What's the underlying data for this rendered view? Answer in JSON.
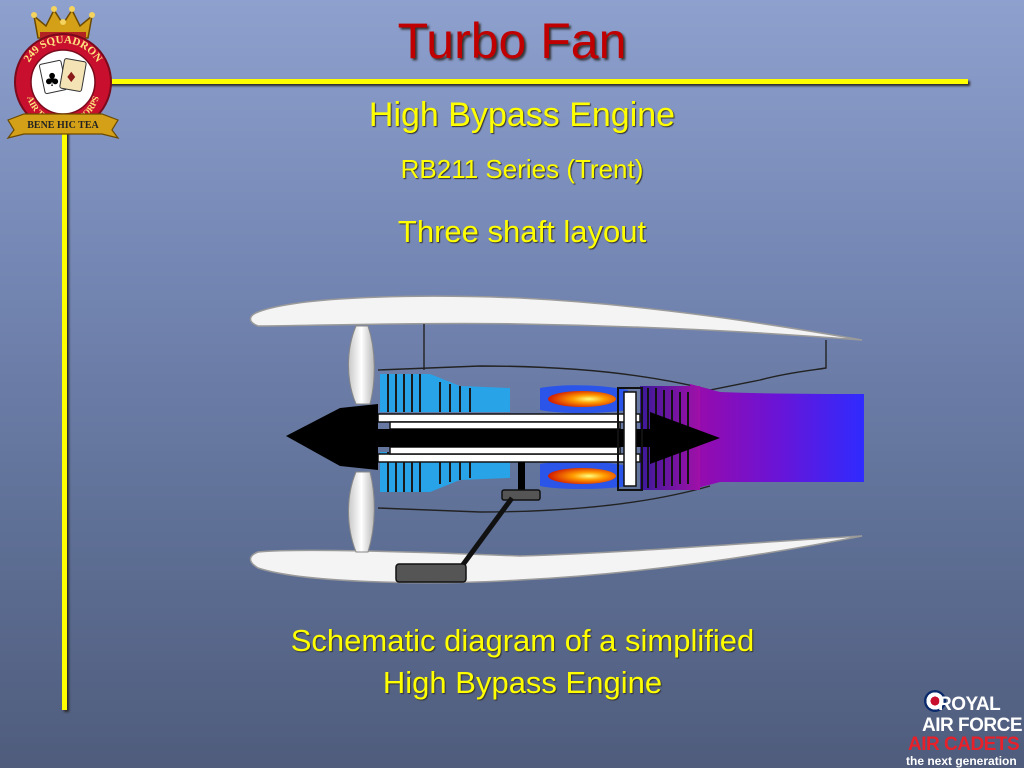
{
  "slide": {
    "title": "Turbo Fan",
    "subtitle": "High Bypass Engine",
    "series": "RB211 Series  (Trent)",
    "layout": "Three shaft layout",
    "caption_line1": "Schematic diagram of a simplified",
    "caption_line2": "High Bypass Engine"
  },
  "badge": {
    "ring_top": "249 SQUADRON",
    "ring_bottom": "AIR TRAINING CORPS",
    "motto": "BENE HIC TEA"
  },
  "raf_logo": {
    "line1": "ROYAL",
    "line2": "AIR FORCE",
    "line3": "AIR CADETS",
    "line4": "the next generation"
  },
  "colors": {
    "title": "#c00000",
    "text": "#ffff00",
    "rule": "#ffff00",
    "compressor": "#29a3e8",
    "exhaust": "#4d1fff",
    "combustion": "#ff6a00"
  }
}
